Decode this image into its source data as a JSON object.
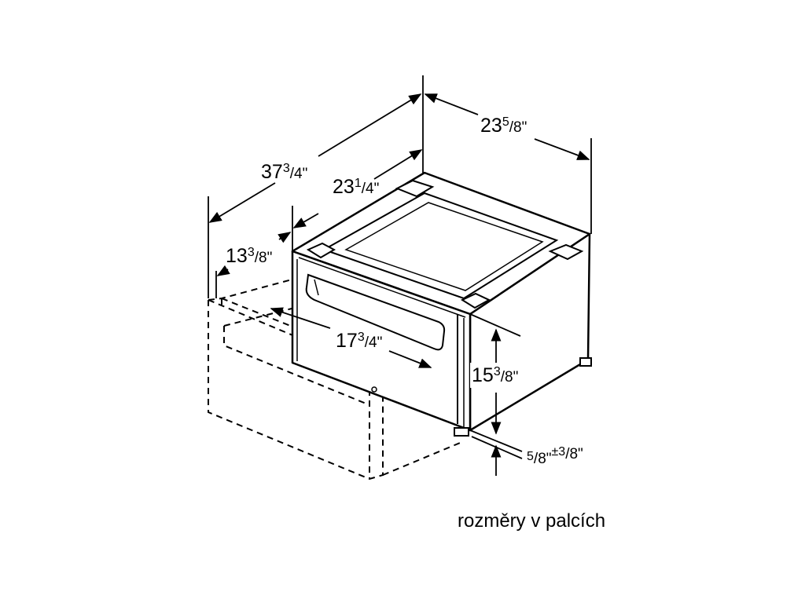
{
  "dimensions": {
    "overall_depth": {
      "whole": "37",
      "num": "3",
      "den": "4\""
    },
    "body_depth": {
      "whole": "23",
      "num": "1",
      "den": "4\""
    },
    "width": {
      "whole": "23",
      "num": "5",
      "den": "8\""
    },
    "drawer_extension": {
      "whole": "13",
      "num": "3",
      "den": "8\""
    },
    "drawer_depth": {
      "whole": "17",
      "num": "3",
      "den": "4\""
    },
    "height": {
      "whole": "15",
      "num": "3",
      "den": "8\""
    },
    "foot_height": {
      "num": "5",
      "den": "8\"",
      "tol_pm": "±",
      "tol_num": "3",
      "tol_den": "8\""
    }
  },
  "caption": "rozměry v palcích",
  "colors": {
    "line": "#000000",
    "appliance_fill": "#ffffff"
  }
}
